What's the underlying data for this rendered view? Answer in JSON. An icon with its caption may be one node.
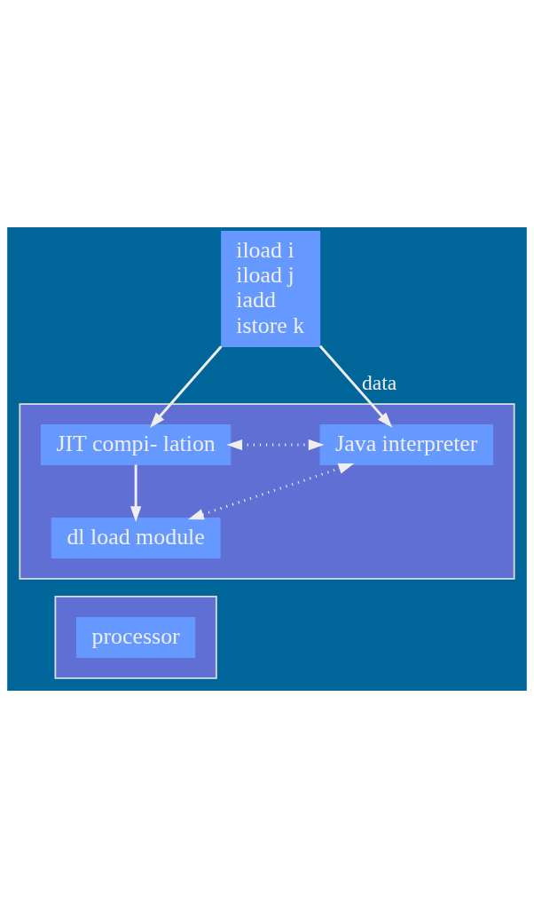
{
  "diagram": {
    "nodes": [
      {
        "text": [
          "iload i",
          "iload j",
          "iadd",
          "istore k"
        ]
      },
      {
        "text": [],
        "shape": "box"
      },
      {
        "text": [
          "JIT compi- lation"
        ],
        "in": 1
      },
      {
        "text": [
          "Java interpreter"
        ],
        "in": 1
      },
      {
        "text": [
          "dl load module"
        ],
        "in": 1
      },
      {
        "text": [],
        "shape": "box"
      },
      {
        "text": [
          "processor"
        ],
        "in": 5
      }
    ],
    "edges": [
      {
        "from": 0,
        "to": 2,
        "arrow": "to"
      },
      {
        "from": 0,
        "to": 3,
        "arrow": "to",
        "label": "data"
      },
      {
        "from": 2,
        "to": 3,
        "arrow": "both",
        "style": "dashed"
      },
      {
        "from": 2,
        "to": 4,
        "arrow": "to"
      },
      {
        "from": 3,
        "to": 4,
        "arrow": "both",
        "style": "dashed"
      }
    ]
  }
}
